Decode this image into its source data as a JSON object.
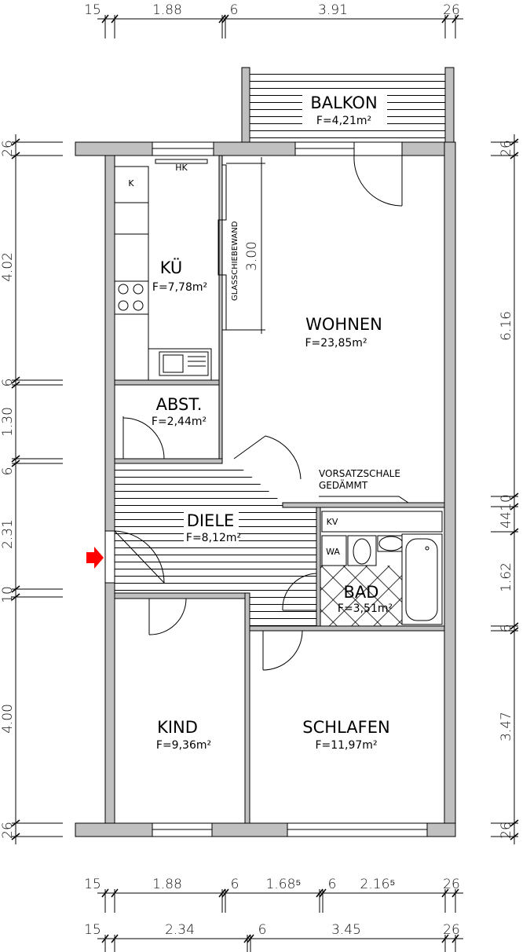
{
  "rooms": {
    "balkon": {
      "name": "BALKON",
      "area": "F=4,21m²"
    },
    "kueche": {
      "name": "KÜ",
      "area": "F=7,78m²"
    },
    "wohnen": {
      "name": "WOHNEN",
      "area": "F=23,85m²"
    },
    "abstell": {
      "name": "ABST.",
      "area": "F=2,44m²"
    },
    "diele": {
      "name": "DIELE",
      "area": "F=8,12m²"
    },
    "bad": {
      "name": "BAD",
      "area": "F=3,51m²"
    },
    "kind": {
      "name": "KIND",
      "area": "F=9,36m²"
    },
    "schlafen": {
      "name": "SCHLAFEN",
      "area": "F=11,97m²"
    }
  },
  "labels": {
    "hk": "HK",
    "k": "K",
    "kv": "KV",
    "wa": "WA",
    "glasschiebewand": "GLASSCHIEBEWAND",
    "glass_dim": "3.00",
    "vorsatzschale": "VORSATZSCHALE",
    "gedaemmt": "GEDÄMMT"
  },
  "dims": {
    "top": [
      "15",
      "1.88",
      "6",
      "3.91",
      "26"
    ],
    "bottom1": [
      "15",
      "1.88",
      "6",
      "1.68⁵",
      "6",
      "2.16⁵",
      "26"
    ],
    "bottom2": [
      "15",
      "2.34",
      "6",
      "3.45",
      "26"
    ],
    "left": [
      "26",
      "4.02",
      "6",
      "1.30",
      "6",
      "2.31",
      "10",
      "4.00",
      "26"
    ],
    "right": [
      "26",
      "6.16",
      "10",
      "44",
      "1.62",
      "6",
      "3.47",
      "26"
    ]
  },
  "colors": {
    "wall": "#c0c0c0",
    "entrance_arrow": "#ff0000"
  },
  "icons": [
    "entrance-arrow-icon",
    "stove-icon",
    "sink-icon",
    "toilet-icon",
    "washbasin-icon",
    "bathtub-icon"
  ]
}
